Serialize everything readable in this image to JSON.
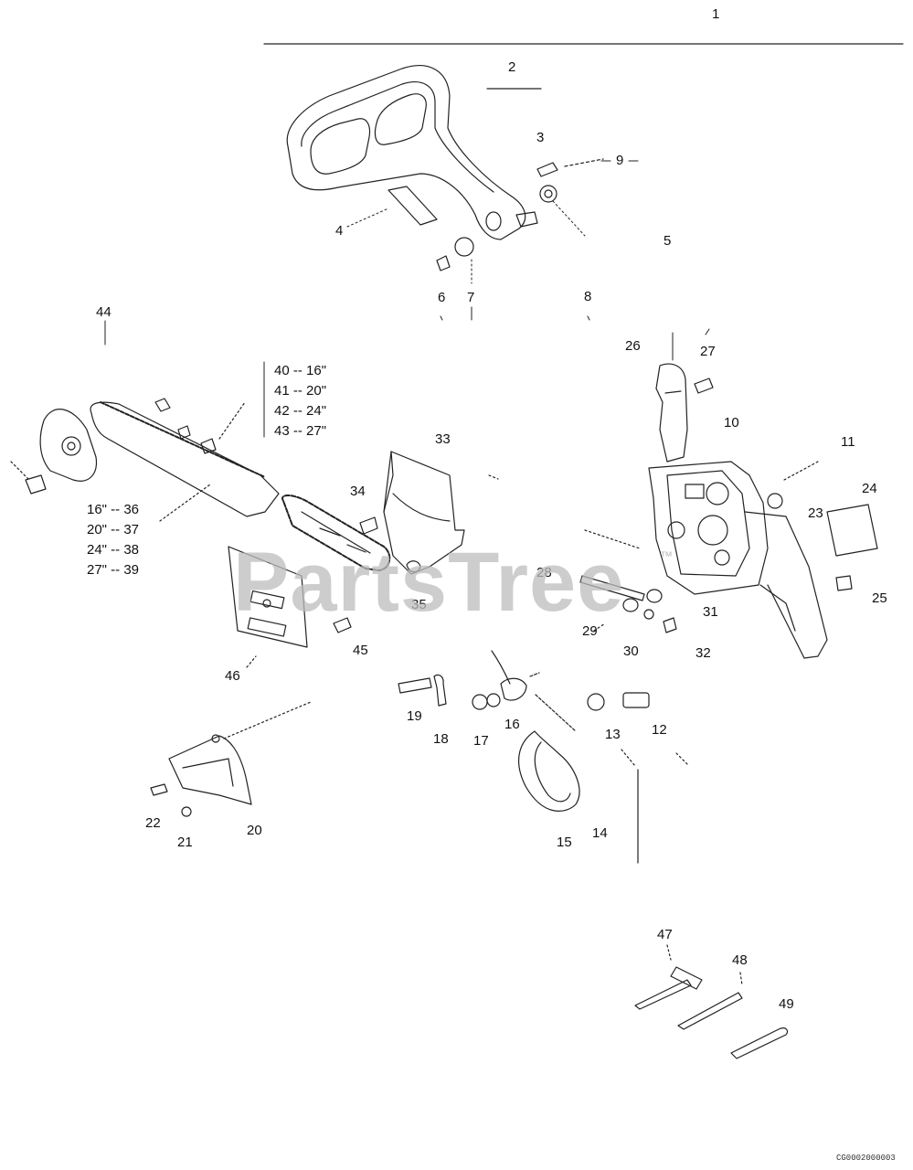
{
  "callouts": [
    "1",
    "2",
    "3",
    "4",
    "5",
    "6",
    "7",
    "8",
    "9",
    "10",
    "11",
    "12",
    "13",
    "14",
    "15",
    "16",
    "17",
    "18",
    "19",
    "20",
    "21",
    "22",
    "23",
    "24",
    "25",
    "26",
    "27",
    "28",
    "29",
    "30",
    "31",
    "32",
    "33",
    "34",
    "35",
    "44",
    "45",
    "46",
    "47",
    "48",
    "49"
  ],
  "bar_sizes": [
    "40 -- 16\"",
    "41 -- 20\"",
    "42 -- 24\"",
    "43 -- 27\""
  ],
  "chain_sizes": [
    "16\" -- 36",
    "20\" -- 37",
    "24\" -- 38",
    "27\" -- 39"
  ],
  "watermark": "PartsTree",
  "watermark_mark": "™",
  "diagram_code": "CG0002000003"
}
